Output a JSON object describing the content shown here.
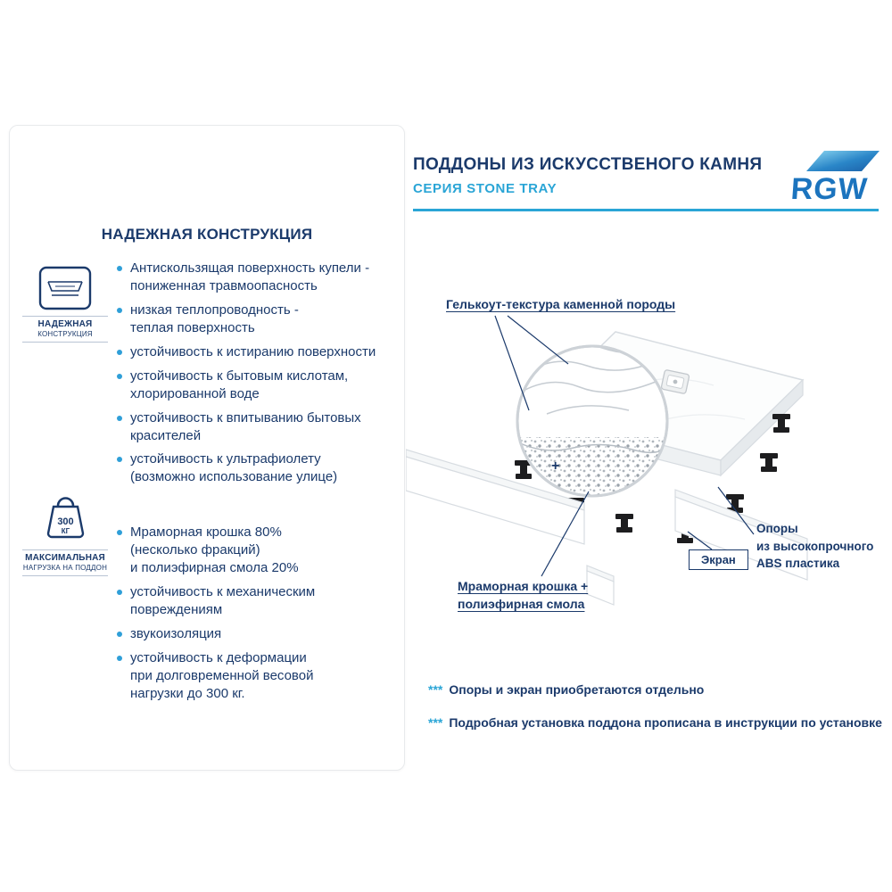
{
  "header": {
    "title": "ПОДДОНЫ ИЗ ИСКУССТВЕНОГО КАМНЯ",
    "series": "СЕРИЯ STONE TRAY",
    "brand": "RGW"
  },
  "colors": {
    "navy": "#1b3a6b",
    "accent": "#2aa5d6",
    "brand_blue": "#1c74be"
  },
  "left_panel": {
    "title": "НАДЕЖНАЯ КОНСТРУКЦИЯ",
    "badge_construction": {
      "line1": "НАДЕЖНАЯ",
      "line2": "КОНСТРУКЦИЯ"
    },
    "features_surface": [
      "Антискользящая поверхность купели -\nпониженная травмоопасность",
      "низкая теплопроводность -\n теплая поверхность",
      "устойчивость к истиранию поверхности",
      "устойчивость к бытовым кислотам,\nхлорированной воде",
      "устойчивость к впитыванию бытовых\nкрасителей",
      "устойчивость к ультрафиолету\n(возможно использование улице)"
    ],
    "badge_load": {
      "value": "300",
      "unit": "КГ",
      "line1": "МАКСИМАЛЬНАЯ",
      "line2": "НАГРУЗКА НА ПОДДОН"
    },
    "features_material": [
      "Мраморная крошка 80%\n(несколько фракций)\n и полиэфирная смола 20%",
      "устойчивость к механическим\nповреждениям",
      "звукоизоляция",
      "устойчивость к деформации\nпри долговременной весовой\nнагрузки до 300 кг."
    ]
  },
  "diagram": {
    "label_gelcoat": "Гелькоут-текстура каменной породы",
    "label_marble": "Мраморная крошка +\nполиэфирная смола",
    "label_supports": "Опоры\nиз высокопрочного\nABS пластика",
    "label_screen": "Экран",
    "plus": "+"
  },
  "footnotes": [
    {
      "marker": "***",
      "text": "Опоры и экран приобретаются отдельно"
    },
    {
      "marker": "***",
      "text": "Подробная установка поддона прописана в инструкции по установке"
    }
  ]
}
